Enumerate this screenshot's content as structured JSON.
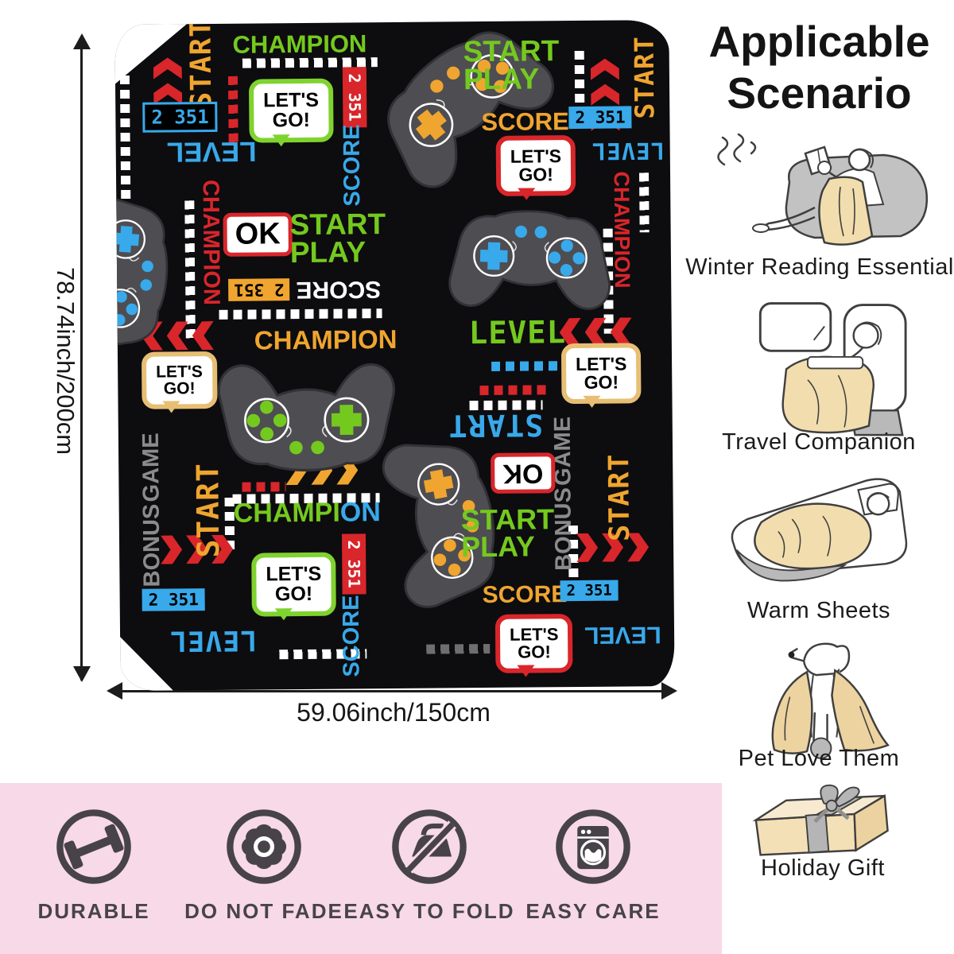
{
  "size_labels": {
    "height": "78.74inch/200cm",
    "width": "59.06inch/150cm"
  },
  "blanket": {
    "texts": {
      "lets_go": "LET'S\nGO!",
      "champion": "CHAMPION",
      "champion_part1": "CHAMPI",
      "champion_part2": "ON",
      "start_play": "START\nPLAY",
      "score": "SCORE",
      "score_value": "2 351",
      "level": "LEVEL",
      "ok": "OK",
      "start": "START",
      "bonus": "BONUS",
      "game": "GAME"
    },
    "colors": {
      "background": "#0d0c0f",
      "green": "#74c91e",
      "blue": "#38a9ea",
      "red": "#d8262b",
      "orange": "#efa52f",
      "gray": "#8b8b8b"
    },
    "icons": {
      "controller": "game-controller-icon",
      "chevrons": "chevron-arrows-icon",
      "speech_bubble": "speech-bubble-icon"
    }
  },
  "scenario": {
    "title": "Applicable\nScenario",
    "items": [
      {
        "label": "Winter Reading Essential",
        "icon": "reading-on-beanbag-illustration"
      },
      {
        "label": "Travel Companion",
        "icon": "traveler-in-seat-illustration"
      },
      {
        "label": "Warm Sheets",
        "icon": "sleeping-in-bed-illustration"
      },
      {
        "label": "Pet Love Them",
        "icon": "dog-with-blanket-illustration"
      },
      {
        "label": "Holiday Gift",
        "icon": "wrapped-gift-illustration"
      }
    ]
  },
  "features": {
    "background": "#f7d9e8",
    "items": [
      {
        "label": "DURABLE",
        "icon": "dumbbell-icon"
      },
      {
        "label": "DO NOT FADE",
        "icon": "flower-icon"
      },
      {
        "label": "EASY TO FOLD",
        "icon": "no-iron-icon"
      },
      {
        "label": "EASY CARE",
        "icon": "washing-machine-icon"
      }
    ]
  }
}
